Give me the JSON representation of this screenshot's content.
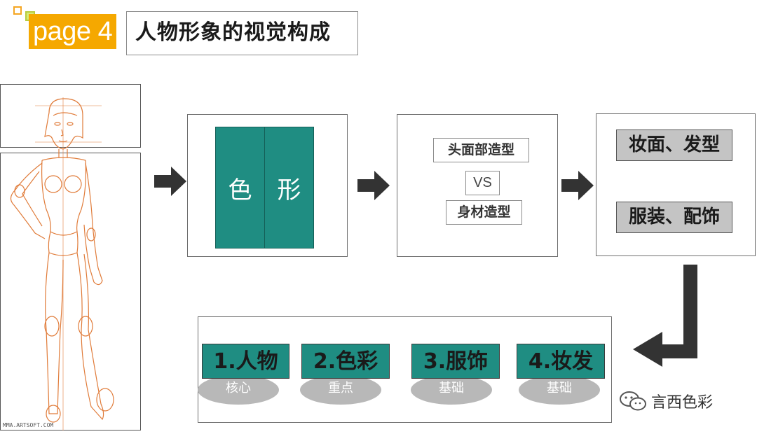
{
  "header": {
    "page_label": "page 4",
    "title": "人物形象的视觉构成"
  },
  "figure": {
    "watermark": "MMA.ARTSOFT.COM"
  },
  "box1": {
    "left_char": "色",
    "right_char": "形"
  },
  "box2": {
    "head_label": "头面部造型",
    "vs_label": "VS",
    "body_label": "身材造型"
  },
  "box3": {
    "makeup_label": "妆面、发型",
    "dress_label": "服装、配饰"
  },
  "steps": [
    {
      "label": "1.人物",
      "sub": "核心"
    },
    {
      "label": "2.色彩",
      "sub": "重点"
    },
    {
      "label": "3.服饰",
      "sub": "基础"
    },
    {
      "label": "4.妆发",
      "sub": "基础"
    }
  ],
  "footer": {
    "logo_text": "言西色彩",
    "logo_icon": "wechat-icon"
  },
  "colors": {
    "accent": "#f5a800",
    "teal": "#1f8d82",
    "gray_label": "#c4c4c4",
    "ellipse": "#b8b8b8",
    "arrow": "#333333"
  }
}
